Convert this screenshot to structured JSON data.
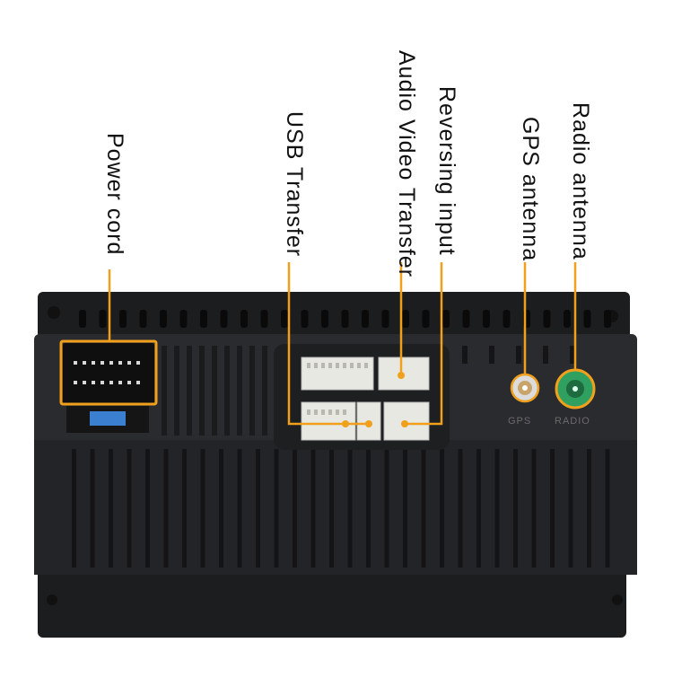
{
  "labels": {
    "power_cord": "Power cord",
    "usb_transfer": "USB Transfer",
    "audio_video_transfer": "Audio Video Transfer",
    "reversing_input": "Reversing input",
    "gps_antenna": "GPS antenna",
    "radio_antenna": "Radio antenna"
  },
  "panel_text": {
    "gps": "GPS",
    "radio": "RADIO"
  },
  "colors": {
    "callout": "#f0a01c",
    "unit_body": "#1c1d1f",
    "unit_panel": "#2a2b2e",
    "connector": "#e8e8e2",
    "fuse": "#3a7fd0",
    "radio_jack": "#2fa060",
    "gps_jack": "#c9a46a"
  }
}
